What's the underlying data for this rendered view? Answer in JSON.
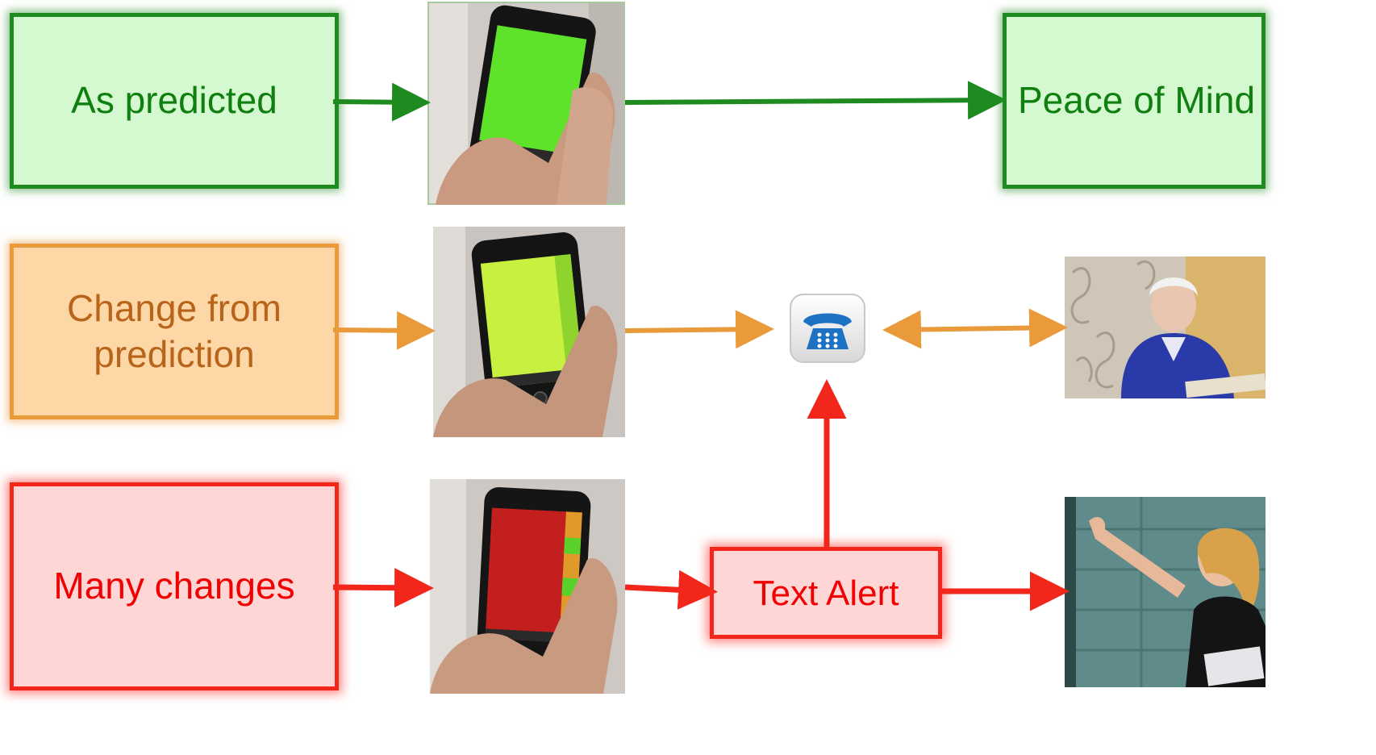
{
  "boxes": {
    "as_predicted": "As predicted",
    "change_from_prediction_line1": "Change from",
    "change_from_prediction_line2": "prediction",
    "many_changes": "Many changes",
    "peace_of_mind": "Peace of Mind",
    "text_alert": "Text Alert"
  },
  "images": {
    "phone_green": "phone-green-screen",
    "phone_yellow": "phone-yellow-screen",
    "phone_red": "phone-red-screen",
    "telephone_icon": "telephone-icon",
    "elderly_woman": "elderly-woman-photo",
    "visitor_knocking": "visitor-knocking-photo"
  },
  "colors": {
    "green": "#1f8a1f",
    "orange": "#e99a3a",
    "red": "#f2261a",
    "phone_blue": "#1d72c4"
  }
}
